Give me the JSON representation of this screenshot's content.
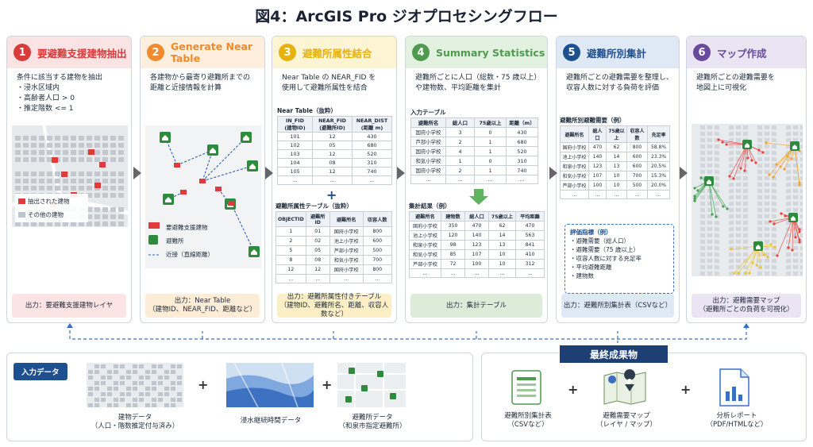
{
  "title": "図4：ArcGIS Pro ジオプロセシングフロー",
  "colors": {
    "s1": "#d93b3b",
    "s2": "#f08a2c",
    "s3": "#e8b20e",
    "s4": "#4f9a4f",
    "s5": "#1e4f8f",
    "s6": "#6a4a9c"
  },
  "steps": [
    {
      "num": "1",
      "title": "要避難支援建物抽出",
      "desc": [
        "条件に該当する建物を抽出",
        "・浸水区域内",
        "・高齢者人口 > 0",
        "・推定階数 <= 1"
      ],
      "legend": [
        "抽出された建物",
        "その他の建物"
      ],
      "output": [
        "出力：要避難支援建物レイヤ"
      ]
    },
    {
      "num": "2",
      "title": "Generate Near Table",
      "desc": [
        "各建物から最寄り避難所までの",
        "距離と近接情報を計算"
      ],
      "legend": [
        "要避難支援建物",
        "避難所",
        "近接（直線距離）"
      ],
      "output": [
        "出力：Near Table",
        "（建物ID、NEAR_FID、距離など）"
      ]
    },
    {
      "num": "3",
      "title": "避難所属性結合",
      "desc": [
        "Near Table の NEAR_FID を",
        "使用して避難所属性を結合"
      ],
      "output": [
        "出力：避難所属性付きテーブル",
        "（建物ID、避難所名、距離、収容人数など）"
      ]
    },
    {
      "num": "4",
      "title": "Summary Statistics",
      "desc": [
        "避難所ごとに人口（総数・75 歳以上）",
        "や建物数、平均距離を集計"
      ],
      "output": [
        "出力：集計テーブル"
      ]
    },
    {
      "num": "5",
      "title": "避難所別集計",
      "desc": [
        "避難所ごとの避難需要を整理し、",
        "収容人数に対する負荷を評価"
      ],
      "output": [
        "出力：避難所別集計表（CSVなど）"
      ]
    },
    {
      "num": "6",
      "title": "マップ作成",
      "desc": [
        "避難所ごとの避難需要を",
        "地図上に可視化"
      ],
      "output": [
        "出力：避難需要マップ",
        "（避難所ごとの負荷を可視化）"
      ]
    }
  ],
  "near_table": {
    "label": "Near Table（抜粋）",
    "headers": [
      "IN_FID\n(建物ID)",
      "NEAR_FID\n(避難所ID)",
      "NEAR_DIST\n(距離 m)"
    ],
    "rows": [
      [
        "101",
        "12",
        "430"
      ],
      [
        "102",
        "05",
        "680"
      ],
      [
        "103",
        "12",
        "520"
      ],
      [
        "104",
        "08",
        "310"
      ],
      [
        "105",
        "12",
        "740"
      ],
      [
        "...",
        "...",
        "..."
      ]
    ]
  },
  "shelter_attr": {
    "label": "避難所属性テーブル（抜粋）",
    "headers": [
      "OBJECTID",
      "避難所ID",
      "避難所名",
      "収容人数"
    ],
    "rows": [
      [
        "1",
        "01",
        "国府小学校",
        "800"
      ],
      [
        "2",
        "02",
        "池上小学校",
        "600"
      ],
      [
        "5",
        "05",
        "芦部小学校",
        "500"
      ],
      [
        "8",
        "08",
        "和気小学校",
        "700"
      ],
      [
        "12",
        "12",
        "国府小学校",
        "800"
      ],
      [
        "...",
        "...",
        "...",
        "..."
      ]
    ]
  },
  "input_table": {
    "label": "入力テーブル",
    "headers": [
      "避難所名",
      "総人口",
      "75歳以上",
      "距離（m）"
    ],
    "rows": [
      [
        "国府小学校",
        "3",
        "0",
        "430"
      ],
      [
        "芦部小学校",
        "2",
        "1",
        "680"
      ],
      [
        "国府小学校",
        "4",
        "1",
        "520"
      ],
      [
        "和気小学校",
        "1",
        "0",
        "310"
      ],
      [
        "国府小学校",
        "2",
        "1",
        "740"
      ],
      [
        "...",
        "...",
        "...",
        "..."
      ]
    ]
  },
  "summary_table": {
    "label": "集計結果（例）",
    "headers": [
      "避難所名",
      "建物数",
      "総人口",
      "75歳以上",
      "平均距離"
    ],
    "rows": [
      [
        "国府小学校",
        "350",
        "470",
        "62",
        "470"
      ],
      [
        "池上小学校",
        "120",
        "140",
        "14",
        "563"
      ],
      [
        "和泉小学校",
        "98",
        "123",
        "13",
        "841"
      ],
      [
        "和気小学校",
        "85",
        "107",
        "10",
        "410"
      ],
      [
        "芦部小学校",
        "72",
        "100",
        "10",
        "312"
      ],
      [
        "...",
        "...",
        "...",
        "...",
        "..."
      ]
    ]
  },
  "demand_table": {
    "label": "避難所別避難需要（例）",
    "headers": [
      "避難所名",
      "総人口",
      "75歳以上",
      "収容人数",
      "充足率"
    ],
    "rows": [
      [
        "国府小学校",
        "470",
        "62",
        "800",
        "58.8%"
      ],
      [
        "池上小学校",
        "140",
        "14",
        "600",
        "23.3%"
      ],
      [
        "和泉小学校",
        "123",
        "13",
        "600",
        "20.5%"
      ],
      [
        "和気小学校",
        "107",
        "10",
        "700",
        "15.3%"
      ],
      [
        "芦部小学校",
        "100",
        "10",
        "500",
        "20.0%"
      ],
      [
        "...",
        "...",
        "...",
        "...",
        "..."
      ]
    ]
  },
  "indicators": {
    "label": "評価指標（例）",
    "items": [
      "・避難需要（総人口）",
      "・避難需要（75 歳以上）",
      "・収容人数に対する充足率",
      "・平均避難距離",
      "・建物数"
    ]
  },
  "inputs": {
    "label": "入力データ",
    "items": [
      {
        "caption": [
          "建物データ",
          "（人口・階数推定付与済み）"
        ]
      },
      {
        "caption": [
          "浸水継続時間データ"
        ]
      },
      {
        "caption": [
          "避難所データ",
          "（和泉市指定避難所）"
        ]
      }
    ]
  },
  "final": {
    "label": "最終成果物",
    "items": [
      {
        "caption": [
          "避難所別集計表",
          "（CSVなど）"
        ]
      },
      {
        "caption": [
          "避難需要マップ",
          "（レイヤ / マップ）"
        ]
      },
      {
        "caption": [
          "分析レポート",
          "（PDF/HTMLなど）"
        ]
      }
    ]
  },
  "plus": "+"
}
